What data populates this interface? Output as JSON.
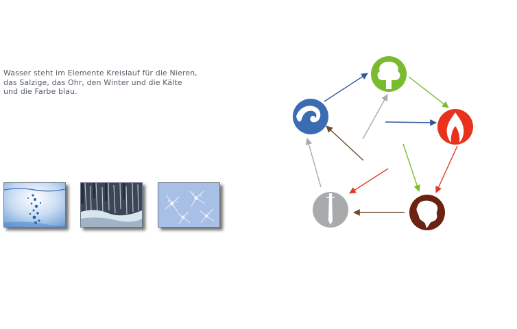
{
  "description": {
    "lines": [
      "Wasser steht im Elemente Kreislauf für die Nieren,",
      "das Salzige, das Ohr, den Winter und die Kälte",
      "und die Farbe blau."
    ]
  },
  "images": [
    {
      "name": "water-bubbles-image"
    },
    {
      "name": "waterfall-image"
    },
    {
      "name": "frost-crystals-image"
    }
  ],
  "cycle": {
    "elements": [
      {
        "name": "water",
        "color": "#3a6bb3"
      },
      {
        "name": "wood",
        "color": "#78bb2e"
      },
      {
        "name": "fire",
        "color": "#e8321e"
      },
      {
        "name": "earth",
        "color": "#6b2210"
      },
      {
        "name": "metal",
        "color": "#a9aaac"
      }
    ],
    "arrow_colors": {
      "blue": "#30579e",
      "green": "#78bb2e",
      "red": "#e03a26",
      "brown": "#6b4a2e",
      "grey": "#a9aaac"
    }
  }
}
